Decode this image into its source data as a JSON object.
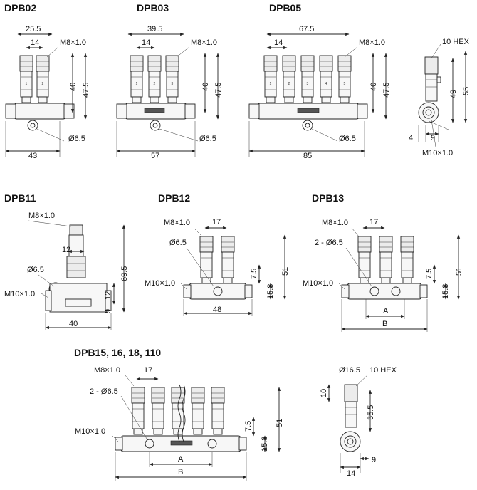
{
  "titles": {
    "dpb02": "DPB02",
    "dpb03": "DPB03",
    "dpb05": "DPB05",
    "dpb11": "DPB11",
    "dpb12": "DPB12",
    "dpb13": "DPB13",
    "dpb15": "DPB15, 16, 18, 110"
  },
  "dpb02": {
    "w_top": "25.5",
    "pitch": "14",
    "thread": "M8×1.0",
    "h1": "40",
    "h2": "47.5",
    "hole": "Ø6.5",
    "width": "43",
    "ports": [
      "1",
      "2"
    ]
  },
  "dpb03": {
    "w_top": "39.5",
    "pitch": "14",
    "thread": "M8×1.0",
    "h1": "40",
    "h2": "47.5",
    "hole": "Ø6.5",
    "width": "57",
    "ports": [
      "1",
      "2",
      "3"
    ]
  },
  "dpb05": {
    "w_top": "67.5",
    "pitch": "14",
    "thread": "M8×1.0",
    "h1": "40",
    "h2": "47.5",
    "hole": "Ø6.5",
    "width": "85",
    "ports": [
      "1",
      "2",
      "3",
      "4",
      "5"
    ]
  },
  "side_view": {
    "hex": "10 HEX",
    "h1": "49",
    "h2": "55",
    "d1": "4",
    "d2": "9",
    "thread": "M10×1.0"
  },
  "dpb11": {
    "thread_top": "M8×1.0",
    "nut": "12",
    "hole": "Ø6.5",
    "thread_side": "M10×1.0",
    "h": "69.5",
    "h2": "12",
    "h3": "9",
    "width": "40"
  },
  "dpb12": {
    "thread_top": "M8×1.0",
    "pitch": "17",
    "hole": "Ø6.5",
    "thread_side": "M10×1.0",
    "h1": "7.5",
    "h2": "51",
    "h3": "15.8",
    "width": "48"
  },
  "dpb13": {
    "thread_top": "M8×1.0",
    "pitch": "17",
    "hole": "2 - Ø6.5",
    "thread_side": "M10×1.0",
    "h1": "7.5",
    "h2": "51",
    "h3": "15.8",
    "a": "A",
    "b": "B"
  },
  "dpb15": {
    "thread_top": "M8×1.0",
    "pitch": "17",
    "hole": "2 - Ø6.5",
    "thread_side": "M10×1.0",
    "h1": "7.5",
    "h2": "51",
    "h3": "15.8",
    "a": "A",
    "b": "B"
  },
  "side_view2": {
    "dia": "Ø16.5",
    "hex": "10 HEX",
    "h1": "10",
    "h2": "35.5",
    "w1": "14",
    "w2": "9"
  }
}
